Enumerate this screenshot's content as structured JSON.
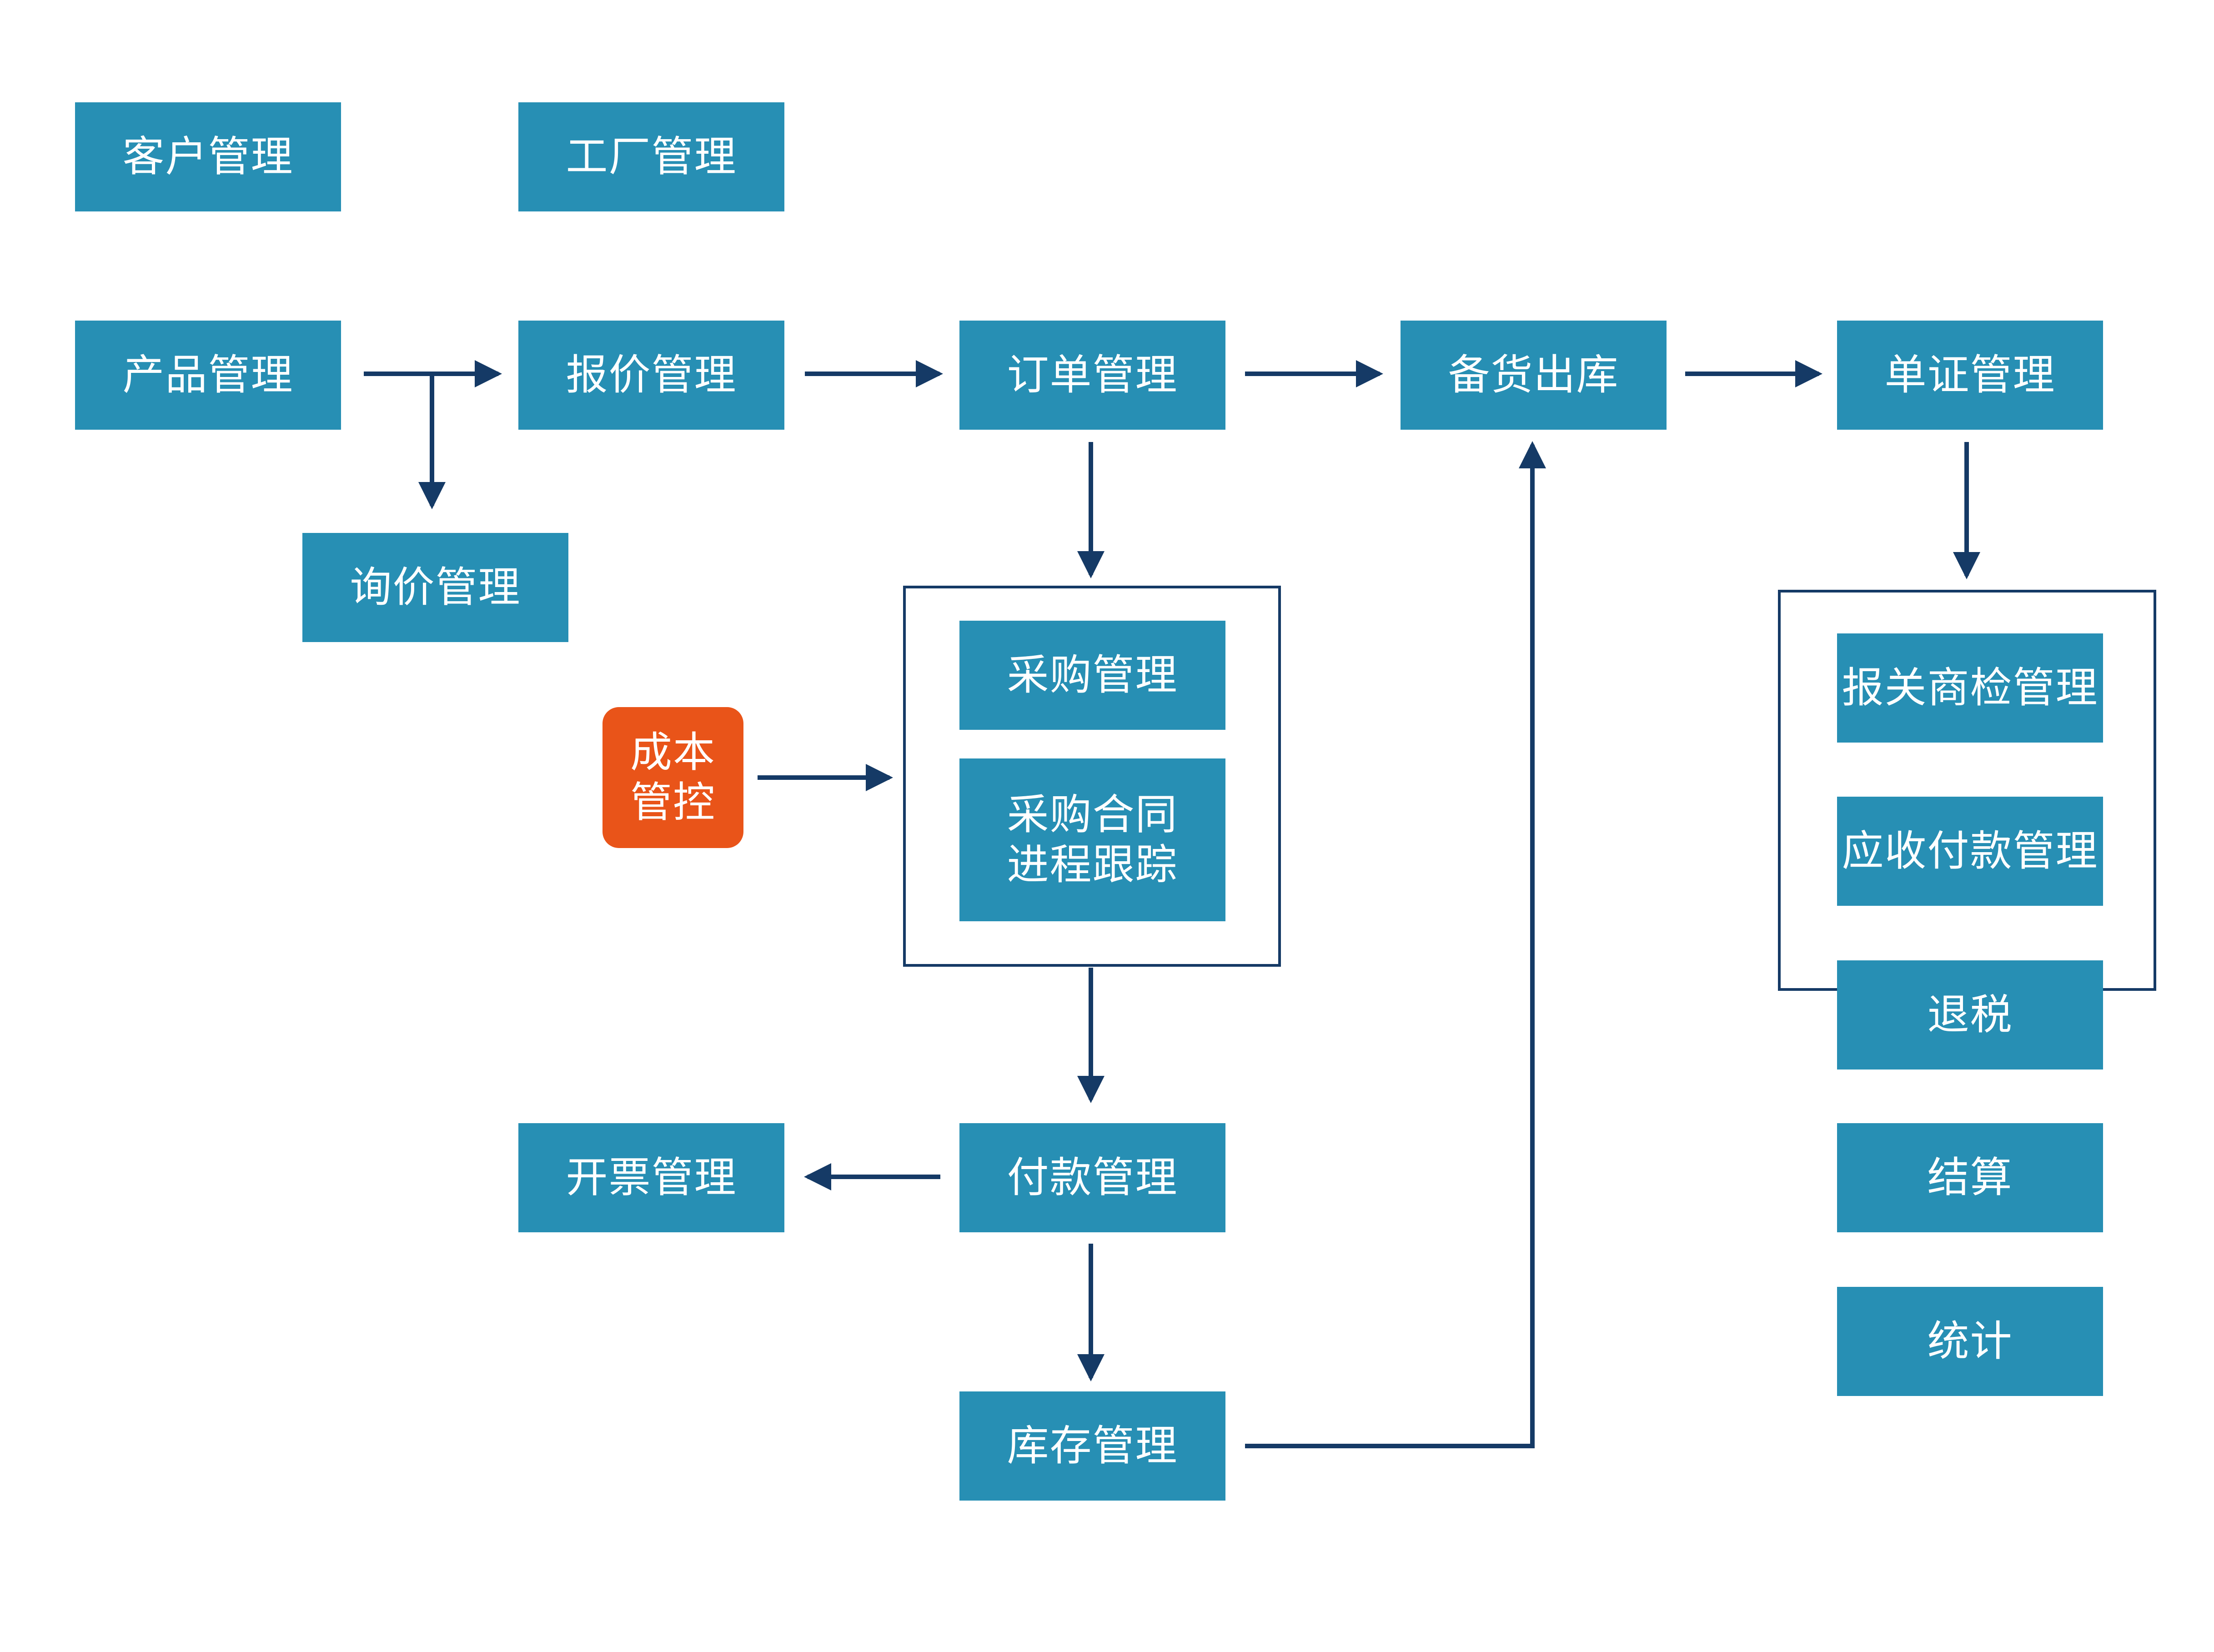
{
  "colors": {
    "node_fill": "#278fb4",
    "node_text": "#ffffff",
    "highlight_fill": "#e95419",
    "connector": "#153a66",
    "background": "#ffffff"
  },
  "nodes": {
    "customer": "客户管理",
    "factory": "工厂管理",
    "product": "产品管理",
    "quote": "报价管理",
    "order": "订单管理",
    "stocking": "备货出库",
    "documents": "单证管理",
    "inquiry": "询价管理",
    "cost": "成本\n管控",
    "purchase": "采购管理",
    "contract_tracking": "采购合同\n进程跟踪",
    "invoice": "开票管理",
    "payment": "付款管理",
    "inventory": "库存管理",
    "customs": "报关商检管理",
    "receivable": "应收付款管理",
    "tax_refund": "退税",
    "settlement": "结算",
    "statistics": "统计"
  },
  "connections": [
    {
      "from": "product",
      "to": "quote"
    },
    {
      "from": "product",
      "to": "inquiry"
    },
    {
      "from": "quote",
      "to": "order"
    },
    {
      "from": "order",
      "to": "stocking"
    },
    {
      "from": "stocking",
      "to": "documents"
    },
    {
      "from": "order",
      "to": "purchase-group"
    },
    {
      "from": "cost",
      "to": "purchase-group"
    },
    {
      "from": "purchase-group",
      "to": "payment"
    },
    {
      "from": "payment",
      "to": "invoice"
    },
    {
      "from": "payment",
      "to": "inventory"
    },
    {
      "from": "inventory",
      "to": "stocking"
    },
    {
      "from": "documents",
      "to": "finance-group"
    }
  ]
}
